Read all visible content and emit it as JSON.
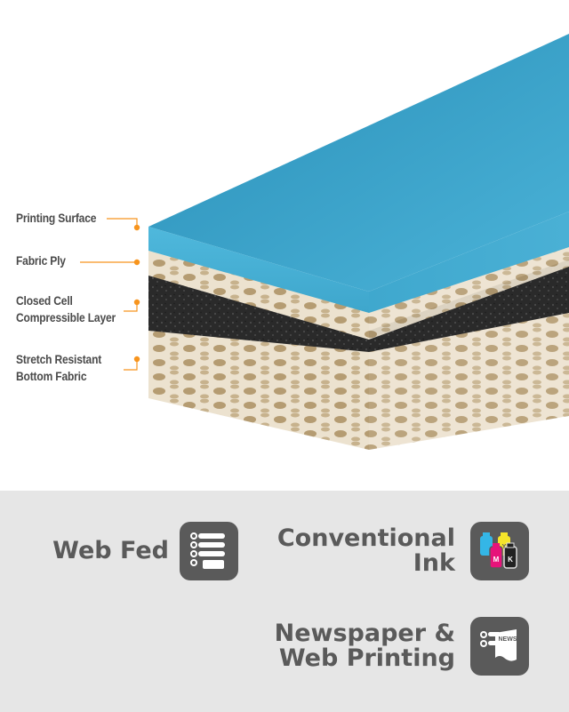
{
  "layers": [
    {
      "label_lines": [
        "Printing Surface"
      ]
    },
    {
      "label_lines": [
        "Fabric Ply"
      ]
    },
    {
      "label_lines": [
        "Closed Cell",
        "Compressible Layer"
      ]
    },
    {
      "label_lines": [
        "Stretch Resistant",
        "Bottom Fabric"
      ]
    }
  ],
  "colors": {
    "printing_surface": "#48b1d6",
    "printing_surface_top": "#2f98c0",
    "fabric": "#e8dcc6",
    "fabric_pattern": "#b9a27a",
    "foam": "#2b2b2b",
    "leader_line": "#f7941d",
    "label_text": "#4a4a4a",
    "feature_panel_bg": "#e6e6e6",
    "feature_text": "#5a5a5a",
    "icon_tile": "#5a5a5a"
  },
  "features": [
    {
      "lines": [
        "Web Fed"
      ],
      "icon": "web-fed-rollers-icon"
    },
    {
      "lines": [
        "Conventional",
        "Ink"
      ],
      "icon": "ink-bottles-cmyk-icon"
    },
    {
      "lines": [
        "Newspaper &",
        "Web Printing"
      ],
      "icon": "newspaper-press-icon"
    }
  ],
  "icon_letters": {
    "ink": [
      "M",
      "Y",
      "K"
    ],
    "news": "NEWS"
  }
}
